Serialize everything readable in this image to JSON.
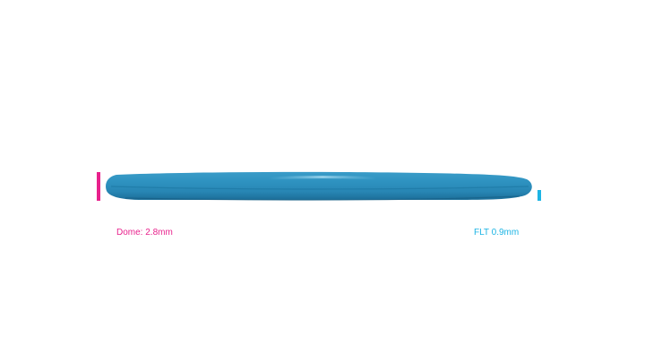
{
  "colors": {
    "dome_accent": "#e8218c",
    "flat_accent": "#1cb4e4",
    "disc_body": "#2a8ab8",
    "disc_highlight": "#7cc6e6",
    "disc_shadow": "#1c6e98",
    "background": "#ffffff"
  },
  "annotations": {
    "dome_label": "Dome: 2.8mm",
    "flat_label": "FLT 0.9mm"
  },
  "icons": {
    "dome_marker": "vertical-bar",
    "flat_marker": "vertical-bar"
  }
}
